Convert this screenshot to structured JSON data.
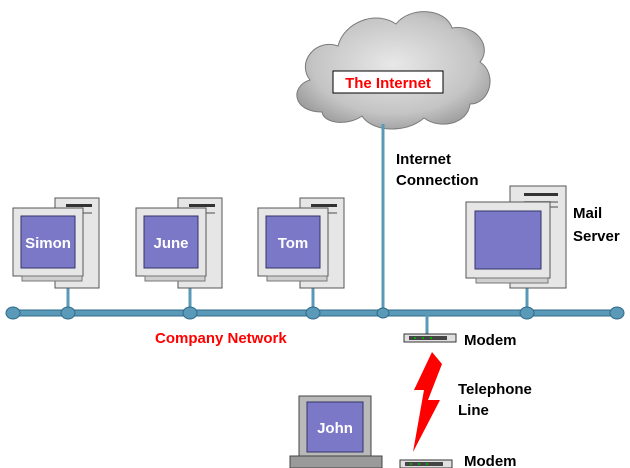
{
  "internet": {
    "label": "The Internet"
  },
  "internet_connection": {
    "line1": "Internet",
    "line2": "Connection"
  },
  "computers": {
    "simon": "Simon",
    "june": "June",
    "tom": "Tom",
    "john": "John"
  },
  "mail_server": {
    "line1": "Mail",
    "line2": "Server"
  },
  "network": {
    "label": "Company Network"
  },
  "modem_office": {
    "label": "Modem"
  },
  "telephone_line": {
    "line1": "Telephone",
    "line2": "Line"
  },
  "modem_home": {
    "label": "Modem"
  },
  "colors": {
    "network_cable": "#5a9ab8",
    "screen": "#7b78c8",
    "cloud": "#c9c9c9",
    "accent_red": "#ff0000"
  }
}
